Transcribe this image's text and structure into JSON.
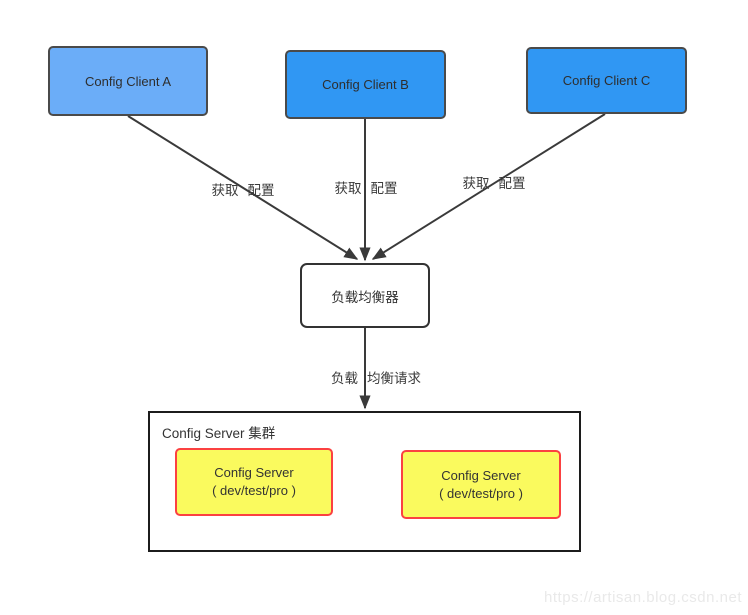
{
  "diagram": {
    "clients": [
      {
        "label": "Config Client A"
      },
      {
        "label": "Config Client B"
      },
      {
        "label": "Config Client C"
      }
    ],
    "load_balancer": {
      "label": "负载均衡器"
    },
    "edges": [
      {
        "from": "Config Client A",
        "to": "负载均衡器",
        "label_left": "获取",
        "label_right": "配置"
      },
      {
        "from": "Config Client B",
        "to": "负载均衡器",
        "label_left": "获取",
        "label_right": "配置"
      },
      {
        "from": "Config Client C",
        "to": "负载均衡器",
        "label_left": "获取",
        "label_right": "配置"
      },
      {
        "from": "负载均衡器",
        "to": "Config Server 集群",
        "label_left": "负载",
        "label_right": "均衡请求"
      }
    ],
    "cluster": {
      "label": "Config Server 集群",
      "servers": [
        {
          "line1": "Config Server",
          "line2": "( dev/test/pro )"
        },
        {
          "line1": "Config Server",
          "line2": "( dev/test/pro )"
        }
      ]
    },
    "watermark": "https://artisan.blog.csdn.net"
  },
  "colors": {
    "client_a_fill": "#6badf8",
    "client_bc_fill": "#3097f3",
    "client_border": "#4a4a4a",
    "load_balancer_border": "#333333",
    "cluster_border": "#1c1c1c",
    "server_fill": "#fafa5e",
    "server_border": "#fb4141",
    "edge_color": "#3a3a3a",
    "watermark_color": "#e9e9e9"
  }
}
